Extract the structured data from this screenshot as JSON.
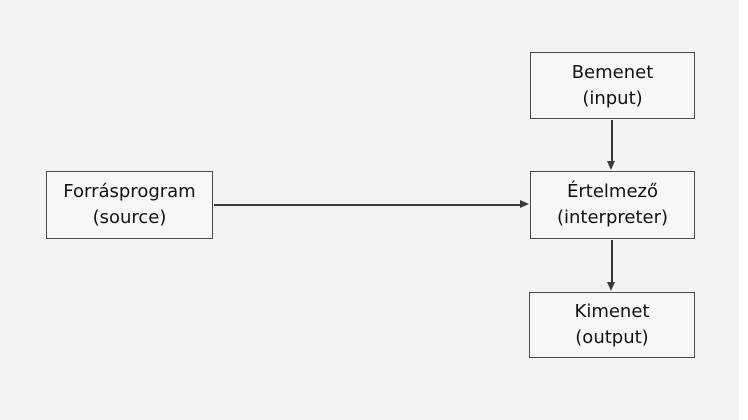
{
  "diagram": {
    "type": "flowchart",
    "nodes": {
      "source": {
        "line1": "Forrásprogram",
        "line2": "(source)"
      },
      "input": {
        "line1": "Bemenet",
        "line2": "(input)"
      },
      "interpreter": {
        "line1": "Értelmező",
        "line2": "(interpreter)"
      },
      "output": {
        "line1": "Kimenet",
        "line2": "(output)"
      }
    },
    "edges": [
      {
        "from": "source",
        "to": "interpreter",
        "direction": "right"
      },
      {
        "from": "input",
        "to": "interpreter",
        "direction": "down"
      },
      {
        "from": "interpreter",
        "to": "output",
        "direction": "down"
      }
    ]
  },
  "colors": {
    "outside_bg": "#ffffff",
    "page_bg": "#f2f3f7",
    "node_fill": "#f6f7fa",
    "node_border": "#4a4a4a",
    "arrow": "#3a3a3a",
    "text": "#111111"
  }
}
